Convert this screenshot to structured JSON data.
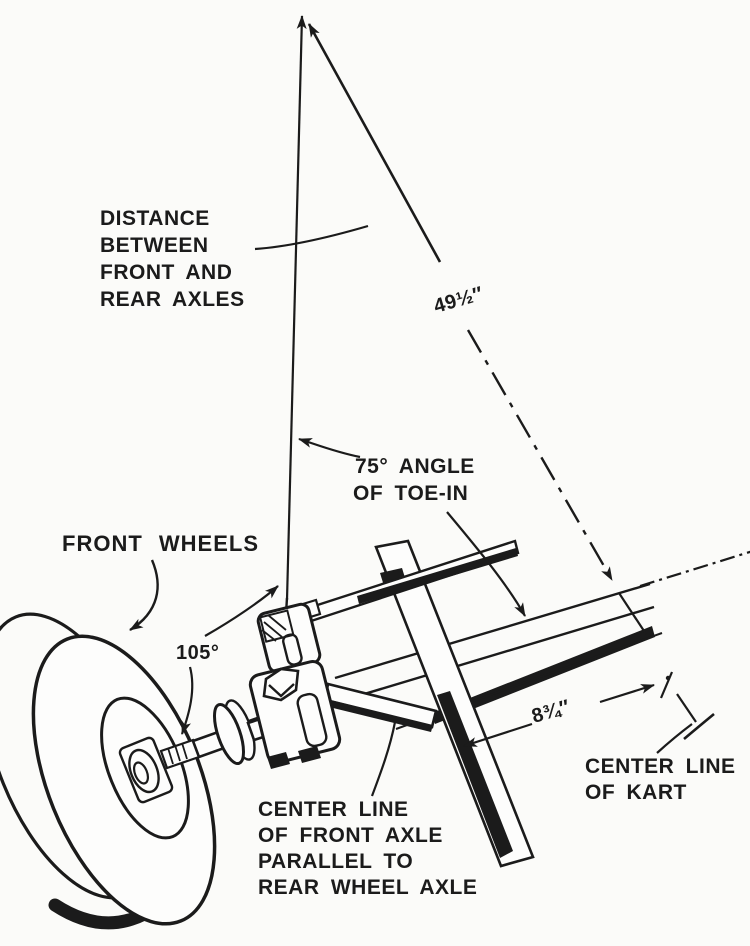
{
  "title": "Kart front-axle toe-in geometry diagram",
  "labels": {
    "distance": {
      "lines": [
        "DISTANCE",
        "BETWEEN",
        "FRONT AND",
        "REAR AXLES"
      ]
    },
    "front_wheels": {
      "text": "FRONT WHEELS"
    },
    "toe_angle": {
      "lines": [
        "75° ANGLE",
        "OF TOE-IN"
      ]
    },
    "angle_105": {
      "text": "105°"
    },
    "dim_axle_distance": {
      "text": "49½″"
    },
    "dim_offset": {
      "text": "8¾″"
    },
    "center_line_kart": {
      "lines": [
        "CENTER LINE",
        "OF KART"
      ]
    },
    "center_line_axle": {
      "lines": [
        "CENTER LINE",
        "OF FRONT AXLE",
        "PARALLEL TO",
        "REAR WHEEL AXLE"
      ]
    }
  },
  "colors": {
    "ink": "#1b1b1b",
    "paper": "#fbfbf9"
  }
}
